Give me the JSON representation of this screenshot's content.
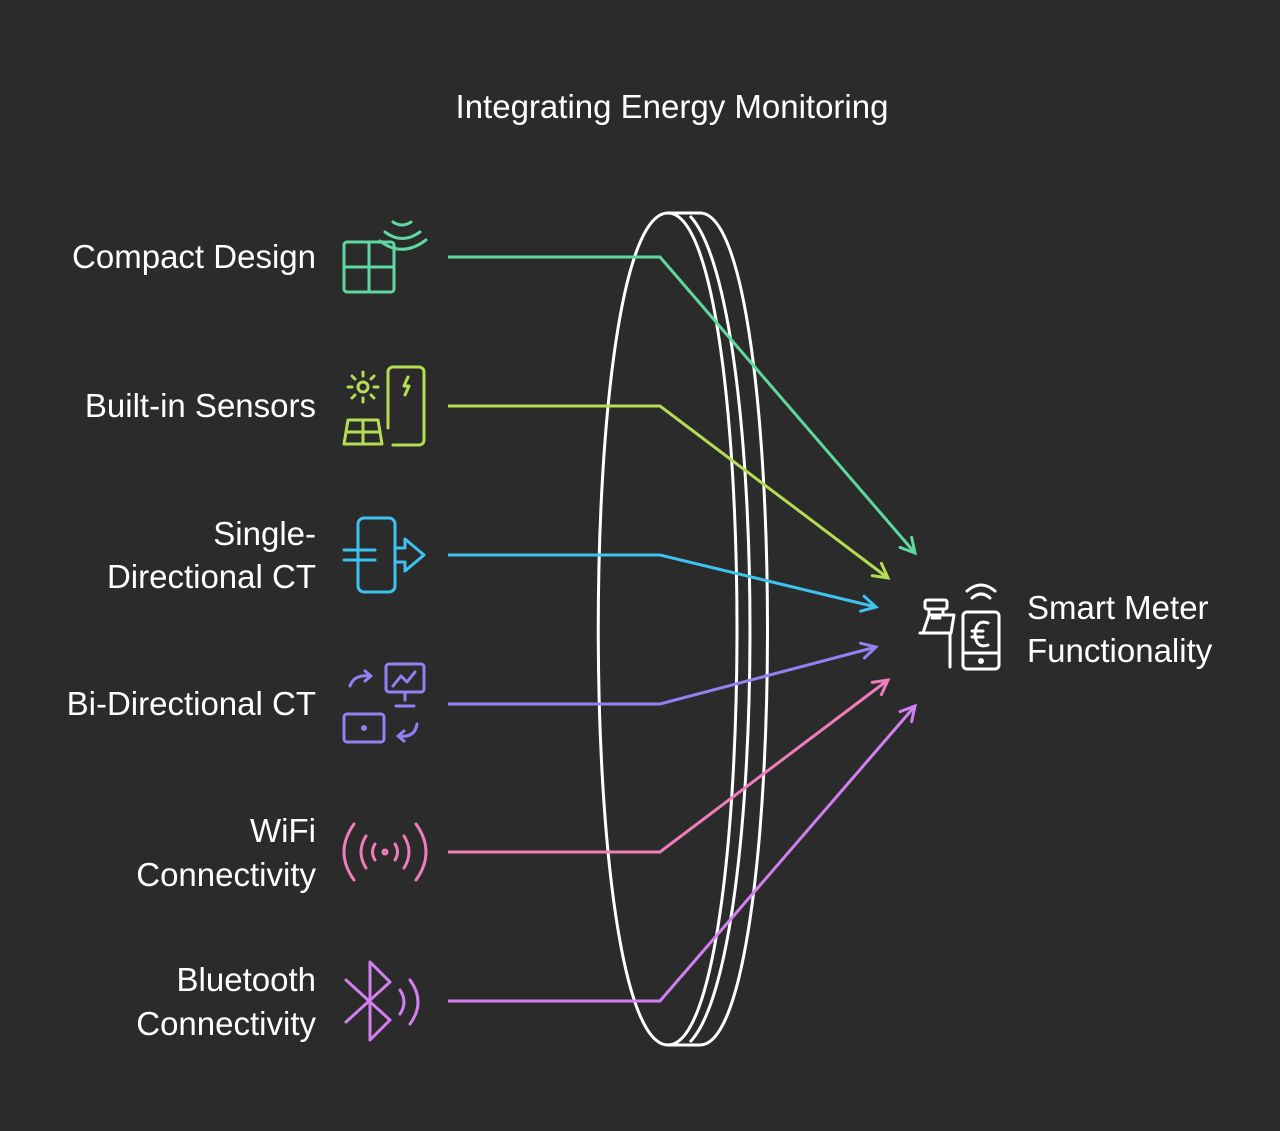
{
  "title": "Integrating Energy Monitoring",
  "inputs": [
    {
      "lines": [
        "Compact Design"
      ],
      "icon": "building-signal-icon",
      "color": "#5ed8a0"
    },
    {
      "lines": [
        "Built-in Sensors"
      ],
      "icon": "solar-charger-icon",
      "color": "#b5dc52"
    },
    {
      "lines": [
        "Single-",
        "Directional CT"
      ],
      "icon": "single-direction-ct-icon",
      "color": "#3ec2ef"
    },
    {
      "lines": [
        "Bi-Directional CT"
      ],
      "icon": "bidirectional-monitor-icon",
      "color": "#9181f2"
    },
    {
      "lines": [
        "WiFi",
        "Connectivity"
      ],
      "icon": "wifi-broadcast-icon",
      "color": "#ef7dba"
    },
    {
      "lines": [
        "Bluetooth",
        "Connectivity"
      ],
      "icon": "bluetooth-icon",
      "color": "#d27ff0"
    }
  ],
  "output": {
    "lines": [
      "Smart Meter",
      "Functionality"
    ],
    "icon": "smart-meter-payment-icon",
    "color": "#ffffff"
  },
  "background": "#2b2b2b"
}
